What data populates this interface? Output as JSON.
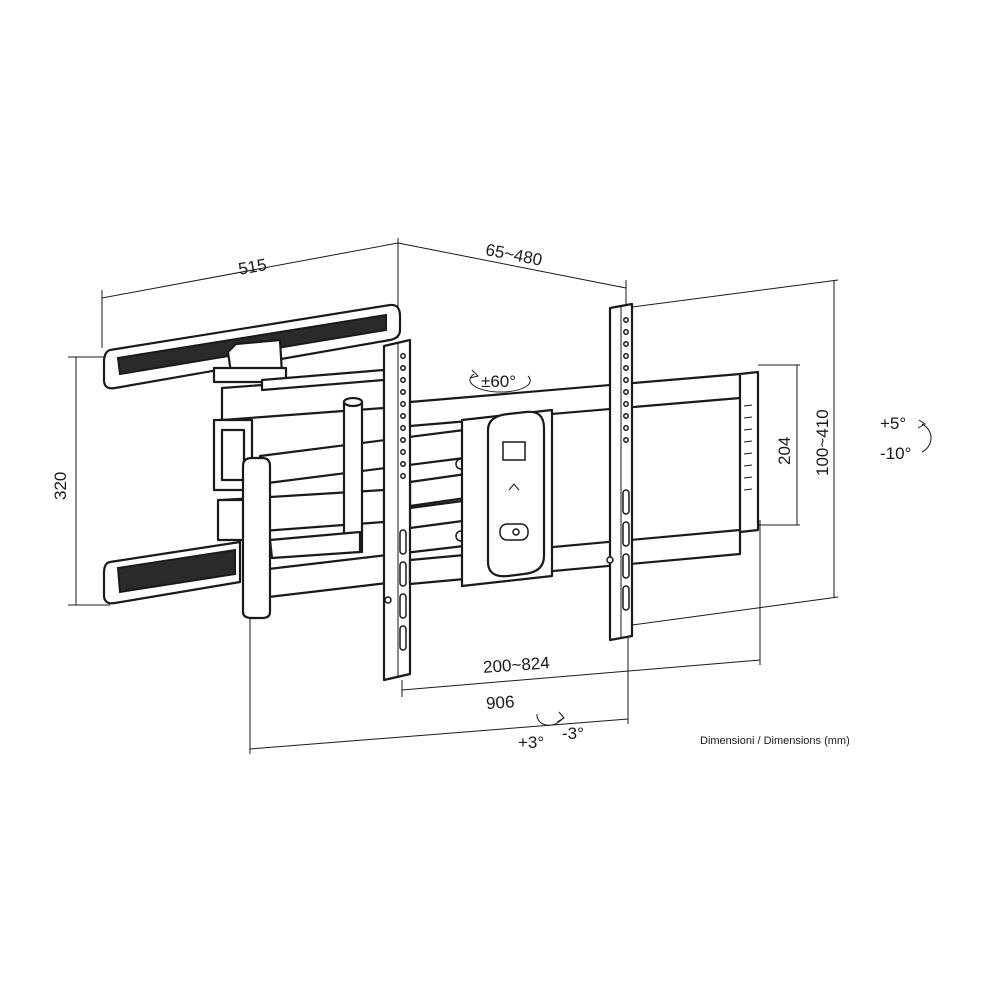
{
  "dimensions": {
    "arm_width": "515",
    "depth_range": "65~480",
    "height": "320",
    "rotation": "±60°",
    "tilt_up": "+5°",
    "tilt_down": "-10°",
    "bracket_height": "204",
    "vertical_range": "100~410",
    "horizontal_range": "200~824",
    "total_width": "906",
    "level_plus": "+3°",
    "level_minus": "-3°"
  },
  "note": "Dimensioni / Dimensions (mm)",
  "colors": {
    "line": "#1a1a1a",
    "fill": "#2a2a2a",
    "background": "#ffffff"
  }
}
